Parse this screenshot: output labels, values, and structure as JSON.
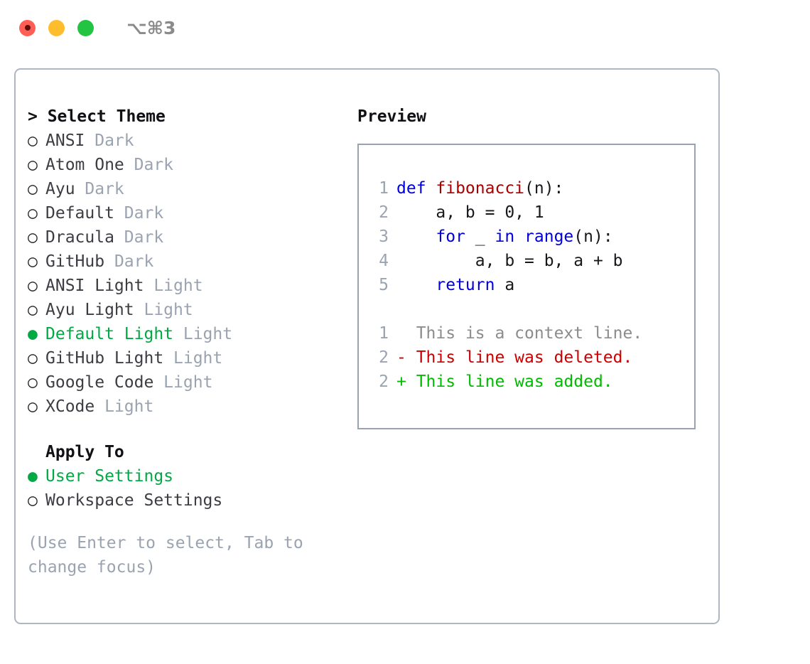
{
  "titlebar": {
    "lights": [
      {
        "name": "close-button",
        "color": "#ff5e57"
      },
      {
        "name": "minimize-button",
        "color": "#ffbd2e"
      },
      {
        "name": "maximize-button",
        "color": "#23c343"
      }
    ],
    "shortcut": "⌥⌘3"
  },
  "colors": {
    "selected_green": "#00a944",
    "muted_grey": "#9aa3b0",
    "text_dark": "#3c3c43",
    "panel_border": "#aeb6c2",
    "preview_border": "#98a2b3",
    "keyword_blue": "#0000dd",
    "function_red": "#aa0000",
    "diff_delete_red": "#cc0000",
    "diff_add_green": "#00bb00"
  },
  "theme_picker": {
    "header": "> Select Theme",
    "items": [
      {
        "marker": "○",
        "label": "ANSI",
        "suffix": "Dark",
        "selected": false
      },
      {
        "marker": "○",
        "label": "Atom One",
        "suffix": "Dark",
        "selected": false
      },
      {
        "marker": "○",
        "label": "Ayu",
        "suffix": "Dark",
        "selected": false
      },
      {
        "marker": "○",
        "label": "Default",
        "suffix": "Dark",
        "selected": false
      },
      {
        "marker": "○",
        "label": "Dracula",
        "suffix": "Dark",
        "selected": false
      },
      {
        "marker": "○",
        "label": "GitHub",
        "suffix": "Dark",
        "selected": false
      },
      {
        "marker": "○",
        "label": "ANSI Light",
        "suffix": "Light",
        "selected": false
      },
      {
        "marker": "○",
        "label": "Ayu Light",
        "suffix": "Light",
        "selected": false
      },
      {
        "marker": "●",
        "label": "Default Light",
        "suffix": "Light",
        "selected": true
      },
      {
        "marker": "○",
        "label": "GitHub Light",
        "suffix": "Light",
        "selected": false
      },
      {
        "marker": "○",
        "label": "Google Code",
        "suffix": "Light",
        "selected": false
      },
      {
        "marker": "○",
        "label": "XCode",
        "suffix": "Light",
        "selected": false
      }
    ]
  },
  "apply_to": {
    "header": "Apply To",
    "items": [
      {
        "marker": "●",
        "label": "User Settings",
        "selected": true
      },
      {
        "marker": "○",
        "label": "Workspace Settings",
        "selected": false
      }
    ]
  },
  "hint": "(Use Enter to select, Tab to change focus)",
  "preview": {
    "title": "Preview",
    "code_lines": [
      {
        "number": "1",
        "tokens": [
          {
            "text": "def ",
            "style": "kw"
          },
          {
            "text": "fibonacci",
            "style": "fn"
          },
          {
            "text": "(n):",
            "style": "plain"
          }
        ]
      },
      {
        "number": "2",
        "tokens": [
          {
            "text": "    a, b = 0, 1",
            "style": "plain"
          }
        ]
      },
      {
        "number": "3",
        "tokens": [
          {
            "text": "    ",
            "style": "plain"
          },
          {
            "text": "for",
            "style": "kw"
          },
          {
            "text": " _ ",
            "style": "plain"
          },
          {
            "text": "in",
            "style": "kw"
          },
          {
            "text": " ",
            "style": "plain"
          },
          {
            "text": "range",
            "style": "kw"
          },
          {
            "text": "(n):",
            "style": "plain"
          }
        ]
      },
      {
        "number": "4",
        "tokens": [
          {
            "text": "        a, b = b, a + b",
            "style": "plain"
          }
        ]
      },
      {
        "number": "5",
        "tokens": [
          {
            "text": "    ",
            "style": "plain"
          },
          {
            "text": "return",
            "style": "kw"
          },
          {
            "text": " a",
            "style": "plain"
          }
        ]
      }
    ],
    "diff_lines": [
      {
        "number": "1",
        "sign": " ",
        "text": " This is a context line.",
        "kind": "ctx"
      },
      {
        "number": "2",
        "sign": "-",
        "text": " This line was deleted.",
        "kind": "del"
      },
      {
        "number": "2",
        "sign": "+",
        "text": " This line was added.",
        "kind": "add"
      }
    ]
  }
}
